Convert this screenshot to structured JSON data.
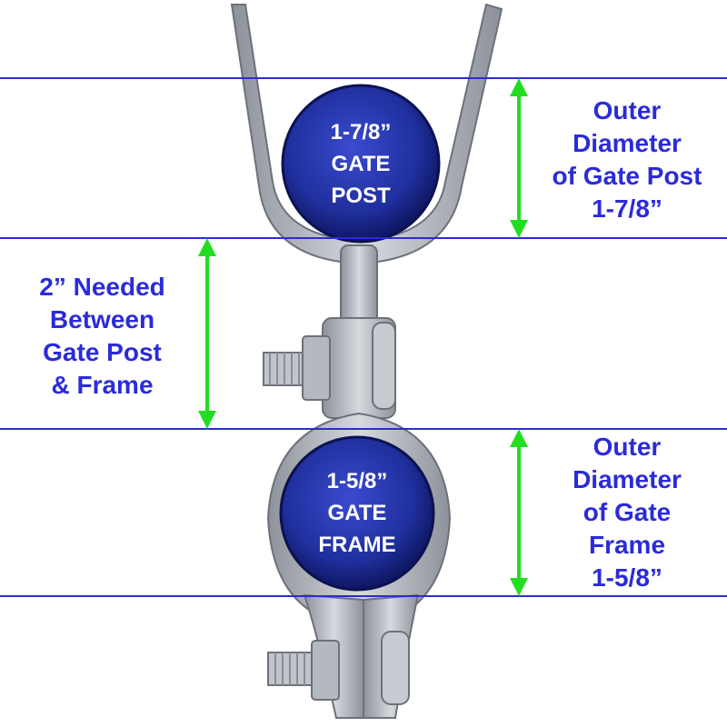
{
  "colors": {
    "line": "#2b2bd9",
    "arrow": "#22dd22",
    "label": "#2b2bd9",
    "pipe": "#1f2f9c",
    "metal": "#b9bdc4",
    "metal_dark": "#7b8089"
  },
  "post": {
    "line1": "1-7/8”",
    "line2": "GATE",
    "line3": "POST"
  },
  "frame": {
    "line1": "1-5/8”",
    "line2": "GATE",
    "line3": "FRAME"
  },
  "post_label": {
    "line1": "Outer",
    "line2": "Diameter",
    "line3": "of Gate Post",
    "line4": "1-7/8”"
  },
  "gap_label": {
    "line1": "2” Needed",
    "line2": "Between",
    "line3": "Gate Post",
    "line4": "& Frame"
  },
  "frame_label": {
    "line1": "Outer",
    "line2": "Diameter",
    "line3": "of Gate",
    "line4": "Frame",
    "line5": "1-5/8”"
  }
}
